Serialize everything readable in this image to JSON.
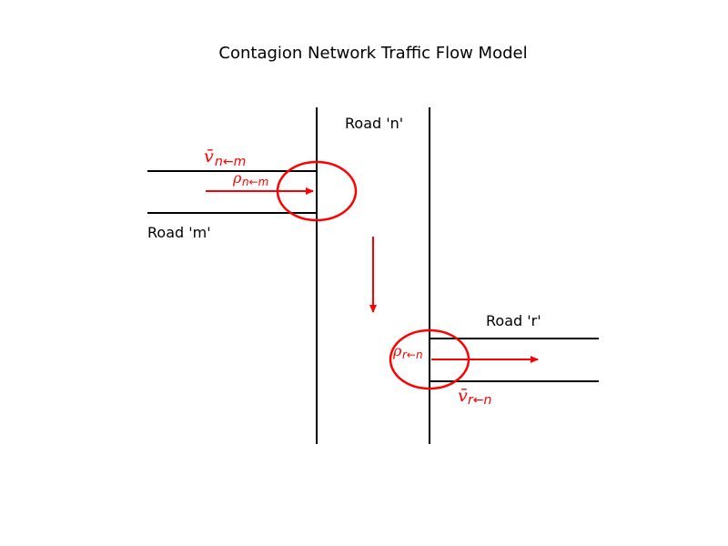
{
  "title": "Contagion Network Traffic Flow Model",
  "roads": {
    "n": {
      "label": "Road 'n'"
    },
    "m": {
      "label": "Road 'm'"
    },
    "r": {
      "label": "Road 'r'"
    }
  },
  "symbols": {
    "v_nm": {
      "base": "v̄",
      "sub": "n←m"
    },
    "rho_nm": {
      "base": "ρ",
      "sub": "n←m"
    },
    "rho_rn": {
      "base": "ρ",
      "sub": "r←n"
    },
    "v_rn": {
      "base": "v̄",
      "sub": "r←n"
    }
  },
  "colors": {
    "road": "#000000",
    "highlight": "#ff0000",
    "background": "#ffffff"
  }
}
